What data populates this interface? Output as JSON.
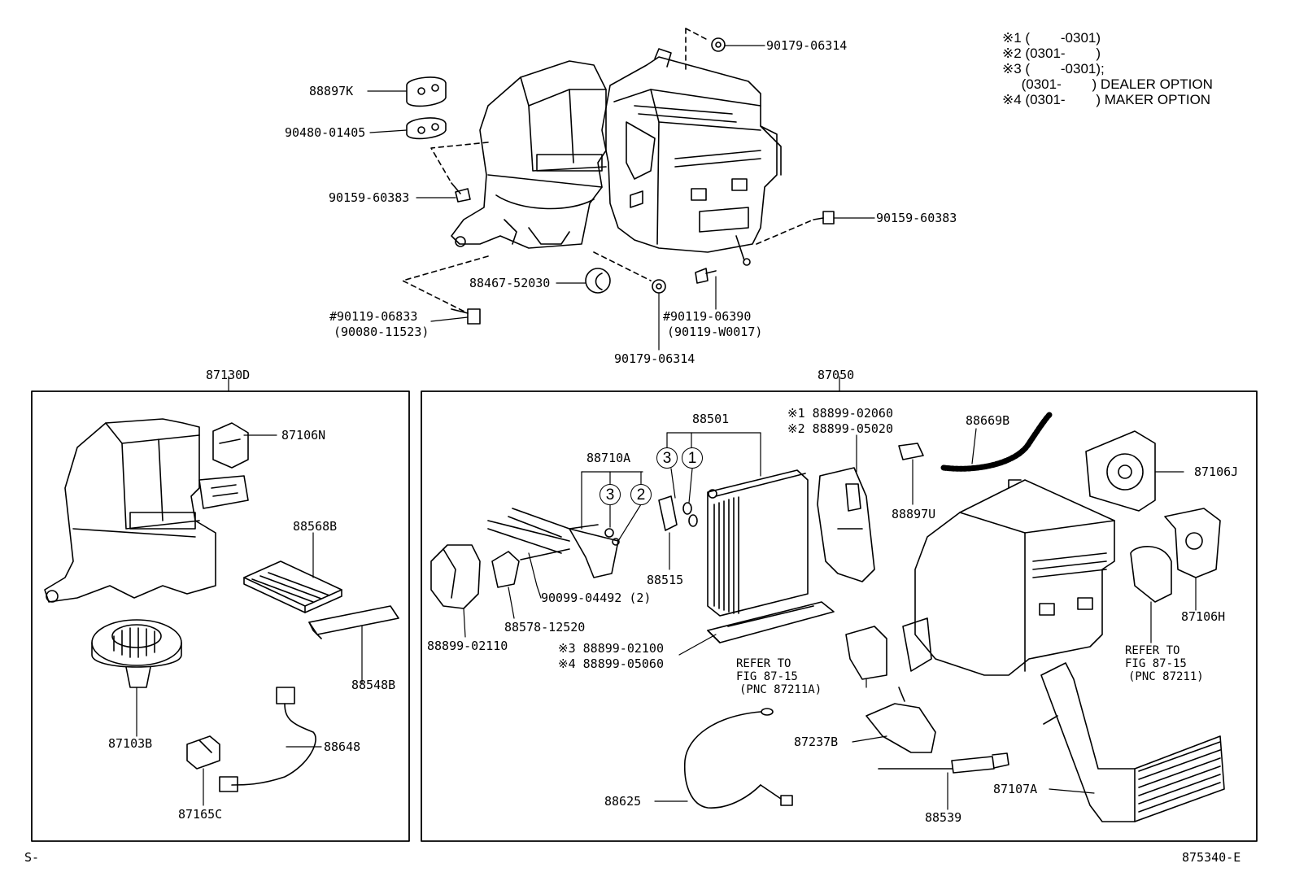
{
  "notes": {
    "n1": "※1 (        -0301)",
    "n2": "※2 (0301-        )",
    "n3a": "※3 (        -0301);",
    "n3b": "     (0301-        ) DEALER OPTION",
    "n4": "※4 (0301-        ) MAKER OPTION"
  },
  "top": {
    "p90179_a": "90179-06314",
    "p88897K": "88897K",
    "p90480": "90480-01405",
    "p90159_left": "90159-60383",
    "p90159_right": "90159-60383",
    "p88467": "88467-52030",
    "p90119_a1": "#90119-06833",
    "p90119_a2": "(90080-11523)",
    "p90119_b1": "#90119-06390",
    "p90119_b2": "(90119-W0017)",
    "p90179_b": "90179-06314"
  },
  "left_box": {
    "title": "87130D",
    "p87106N": "87106N",
    "p88568B": "88568B",
    "p87103B": "87103B",
    "p88548B": "88548B",
    "p88648": "88648",
    "p87165C": "87165C"
  },
  "right_box": {
    "title": "87050",
    "p88501": "88501",
    "p88710A": "88710A",
    "c3a": "3",
    "c1": "1",
    "c3b": "3",
    "c2": "2",
    "p88515": "88515",
    "p90099": "90099-04492 (2)",
    "p88578": "88578-12520",
    "p88899_02110": "88899-02110",
    "p88899_3": "※3 88899-02100",
    "p88899_4": "※4 88899-05060",
    "p88899_1": "※1 88899-02060",
    "p88899_2": "※2 88899-05020",
    "p88669B": "88669B",
    "p88897U": "88897U",
    "p87106J": "87106J",
    "p87106H": "87106H",
    "refer_left1": "REFER TO",
    "refer_left2": "FIG 87-15",
    "refer_left3": "(PNC 87211A)",
    "refer_right1": "REFER TO",
    "refer_right2": "FIG 87-15",
    "refer_right3": "(PNC 87211)",
    "p87237B": "87237B",
    "p88625": "88625",
    "p88539": "88539",
    "p87107A": "87107A"
  },
  "footer": {
    "left": "S-",
    "right": "875340-E"
  }
}
